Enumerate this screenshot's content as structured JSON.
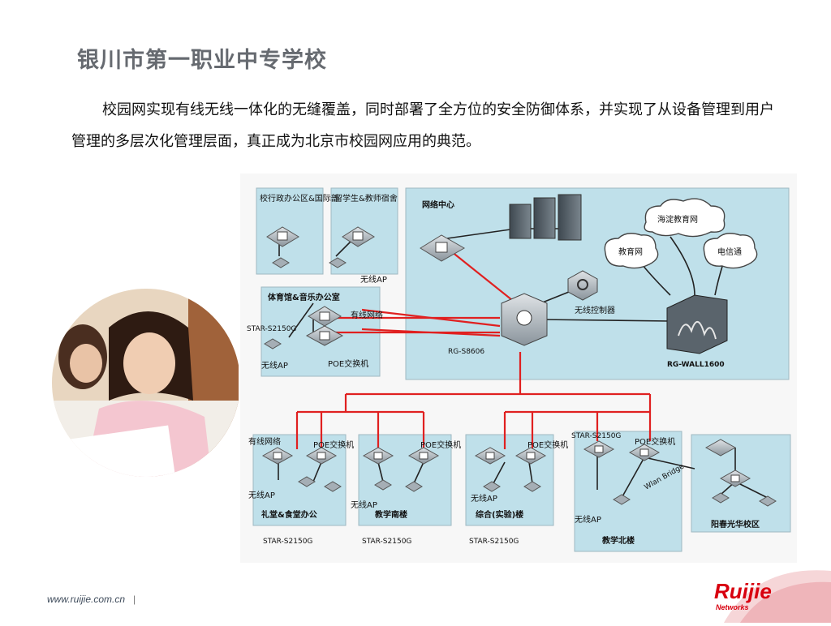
{
  "title": "银川市第一职业中专学校",
  "paragraph": "校园网实现有线无线一体化的无缝覆盖，同时部署了全方位的安全防御体系，并实现了从设备管理到用户管理的多层次化管理层面，真正成为北京市校园网应用的典范。",
  "diagram": {
    "zones": {
      "admin": "校行政办公区&国际部",
      "dorm": "留学生&教师宿舍",
      "gym": "体育馆&音乐办公室",
      "center": "网络中心",
      "hall": "礼堂&食堂办公",
      "south": "教学南楼",
      "lab": "综合(实验)楼",
      "north": "教学北楼",
      "campus": "阳春光华校区"
    },
    "clouds": {
      "haidian": "海淀教育网",
      "edu": "教育网",
      "telecom": "电信通"
    },
    "labels": {
      "wireless_ap": "无线AP",
      "wired_network": "有线网络",
      "star_s2150g": "STAR-S2150G",
      "poe_switch": "POE交换机",
      "wireless_controller": "无线控制器",
      "core": "RG-S8606",
      "firewall": "RG-WALL1600",
      "wlan_bridge": "Wlan Bridge"
    }
  },
  "footer": {
    "url": "www.ruijie.com.cn",
    "separator": "|"
  },
  "logo": {
    "brand": "Ruijie",
    "sub": "Networks"
  },
  "colors": {
    "title": "#666a70",
    "zone_fill": "#bfe0ea",
    "zone_border": "#9fb8c2",
    "link": "#e02020",
    "logo_red": "#d8000f"
  }
}
